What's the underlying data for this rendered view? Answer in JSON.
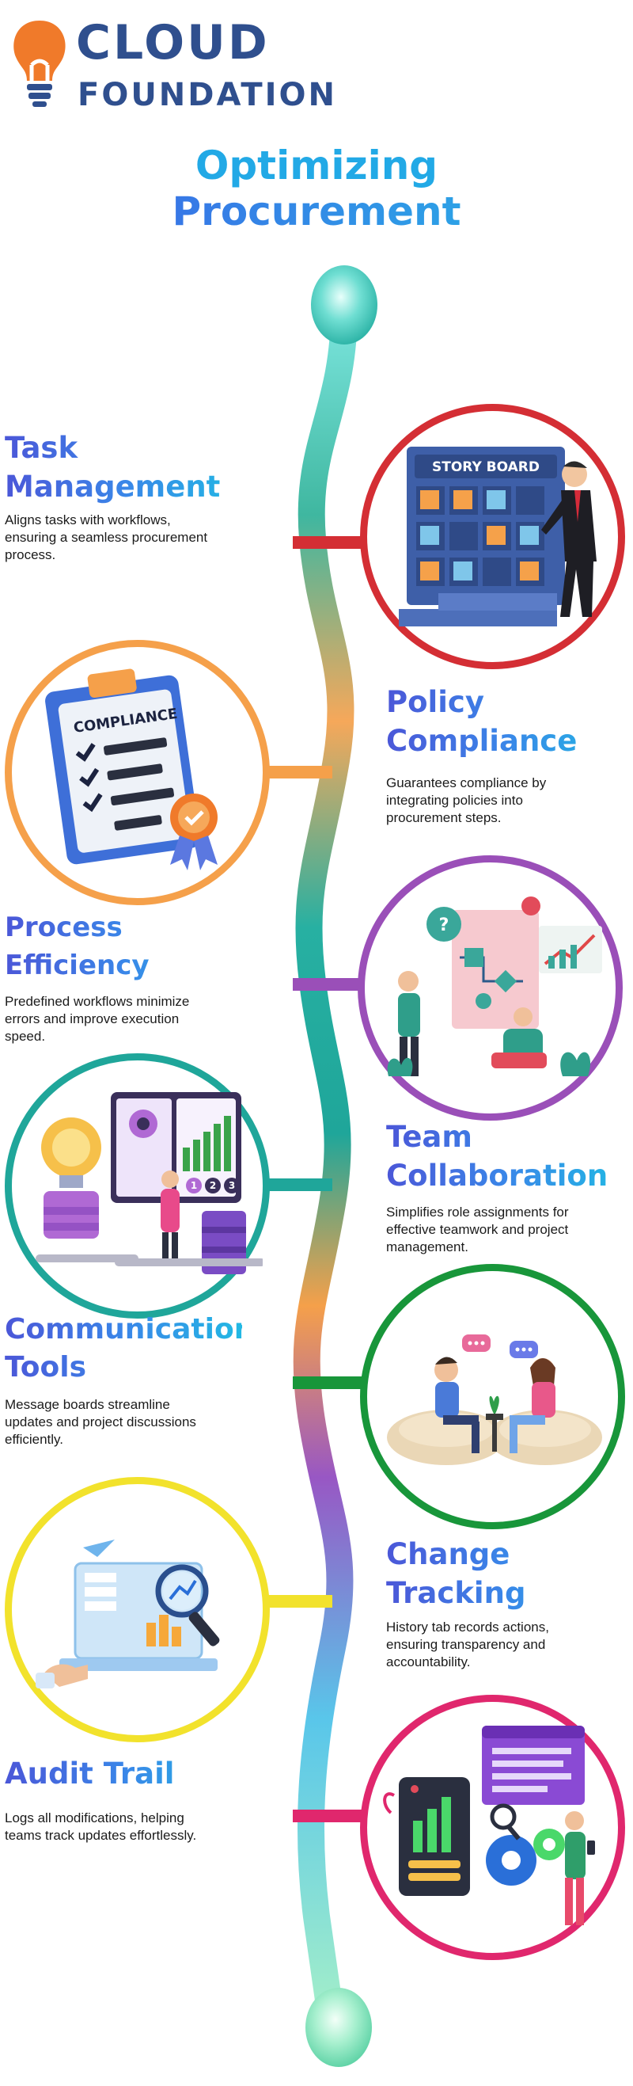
{
  "logo": {
    "line1": "CLOUD",
    "line2": "FOUNDATION"
  },
  "title": {
    "line1": "Optimizing",
    "line2": "Procurement"
  },
  "sections": [
    {
      "title1": "Task",
      "title2": "Management",
      "desc": "Aligns tasks with workflows, ensuring a seamless procurement process.",
      "color": "#d42e34"
    },
    {
      "title1": "Policy",
      "title2": "Compliance",
      "desc": "Guarantees compliance by integrating policies into procurement steps.",
      "color": "#f5a04a"
    },
    {
      "title1": "Process",
      "title2": "Efficiency",
      "desc": "Predefined workflows minimize errors and improve execution speed.",
      "color": "#9a4fb8"
    },
    {
      "title1": "Team",
      "title2": "Collaboration",
      "desc": "Simplifies role assignments for effective teamwork and project management.",
      "color": "#1fa69a"
    },
    {
      "title1": "Communication",
      "title2": "Tools",
      "desc": "Message boards streamline updates and project discussions efficiently.",
      "color": "#18963a"
    },
    {
      "title1": "Change",
      "title2": "Tracking",
      "desc": "History tab records actions, ensuring transparency and accountability.",
      "color": "#f2e22c"
    },
    {
      "title1": "Audit Trail",
      "title2": "",
      "desc": "Logs all modifications, helping teams track updates effortlessly.",
      "color": "#e0276d"
    }
  ],
  "illustrations": {
    "storyboard_label": "STORY BOARD",
    "compliance_label": "COMPLIANCE",
    "chart_badges": [
      "1",
      "2",
      "3"
    ]
  },
  "colors": {
    "brand_blue": "#2f4f8e",
    "logo_orange": "#f07a2a"
  }
}
